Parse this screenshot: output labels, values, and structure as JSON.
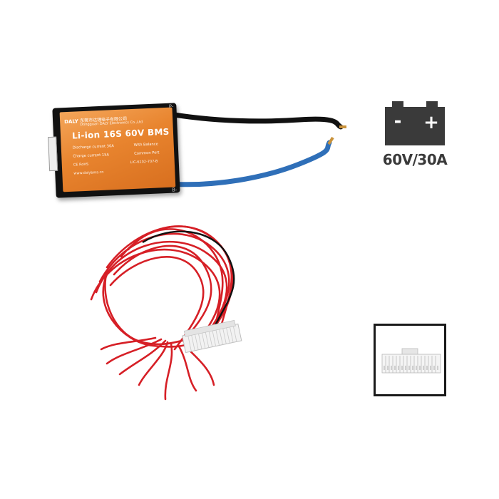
{
  "bms": {
    "brand": "DALY",
    "company_cn": "东莞市达锂电子有限公司",
    "company_en": "Dongguan DALY Electronics Co.,Ltd",
    "model": "Li-ion 16S 60V BMS",
    "discharge": "Discharge current 30A",
    "charge": "Charge current 15A",
    "balance": "With Balance",
    "port": "Common Port",
    "code": "LIC-6102-707-B",
    "website": "www.dalybms.cn",
    "certs": "CE RoHS",
    "pin_positive": "P-",
    "pin_negative": "B-"
  },
  "battery_icon": {
    "icon": "battery-icon",
    "minus": "-",
    "plus": "+",
    "spec": "60V/30A",
    "color": "#3a3a3a"
  },
  "colors": {
    "board_orange": "#e8842e",
    "wire_black": "#111111",
    "wire_blue": "#2f6fb8",
    "wire_red": "#d61f26",
    "connector_white": "#f2f2f2",
    "inset_border": "#1a1a1a"
  }
}
